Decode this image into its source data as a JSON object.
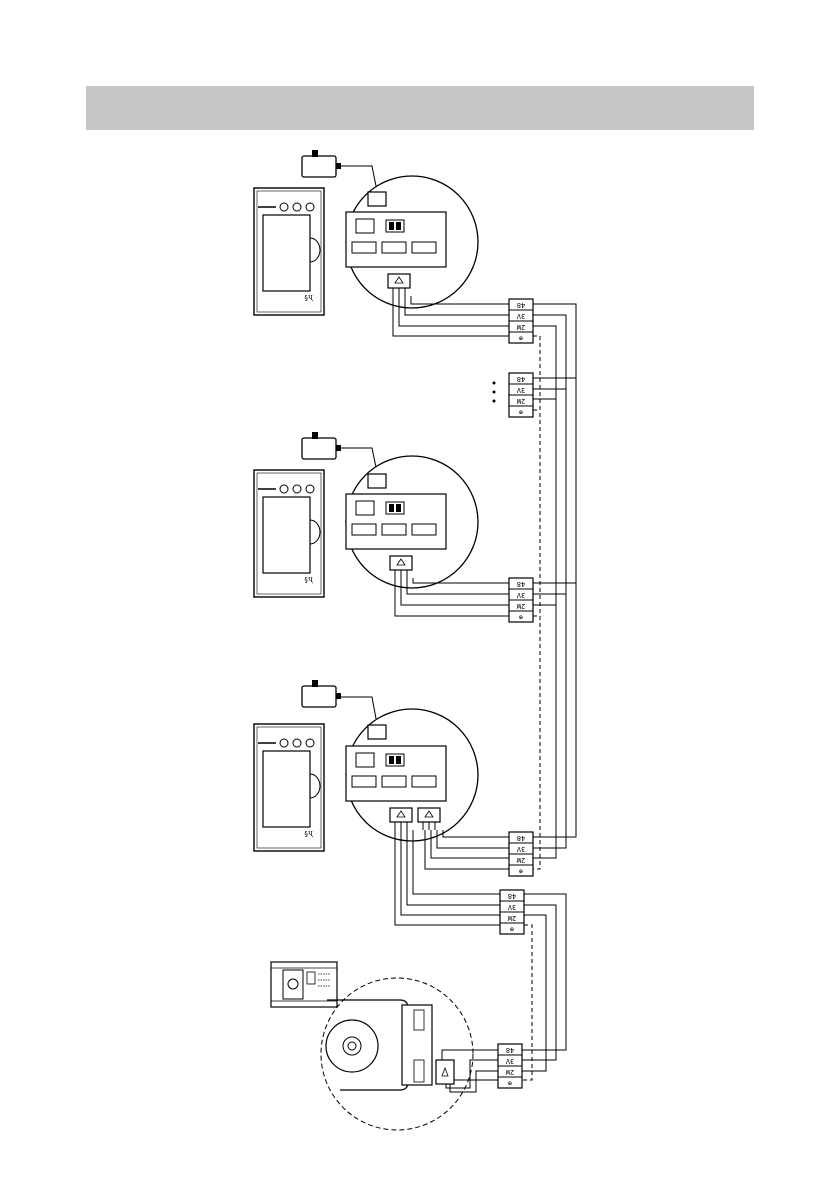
{
  "header": {
    "title": ""
  },
  "terminal_labels": {
    "rows": [
      "48",
      "3V",
      "2W",
      "⊕"
    ]
  },
  "colors": {
    "line": "#000000",
    "header_bar": "#c6c6c6",
    "background": "#ffffff"
  },
  "icons": [
    "power-adapter-icon",
    "indoor-monitor-icon",
    "outdoor-camera-icon",
    "circuit-board-icon",
    "terminal-block-icon"
  ]
}
